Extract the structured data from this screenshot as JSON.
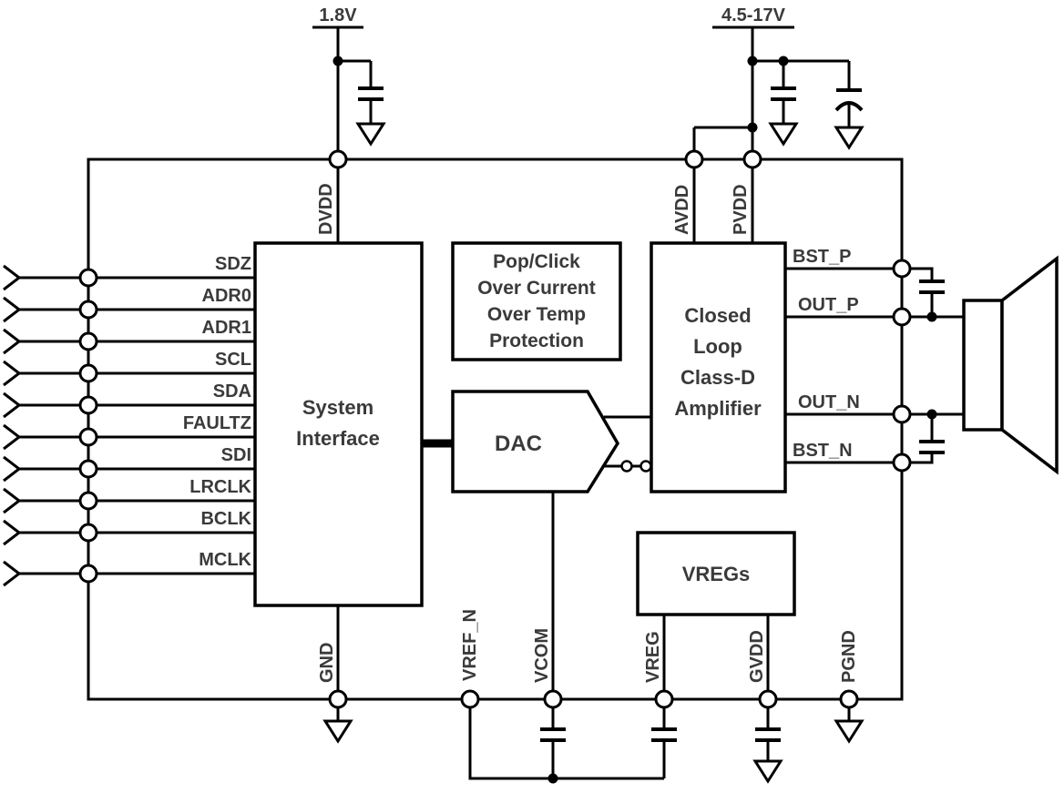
{
  "supplies": {
    "dvdd_rail": "1.8V",
    "pvdd_rail": "4.5-17V"
  },
  "pins": {
    "top": [
      "DVDD",
      "AVDD",
      "PVDD"
    ],
    "left": [
      "SDZ",
      "ADR0",
      "ADR1",
      "SCL",
      "SDA",
      "FAULTZ",
      "SDI",
      "LRCLK",
      "BCLK",
      "MCLK"
    ],
    "right": [
      "BST_P",
      "OUT_P",
      "OUT_N",
      "BST_N"
    ],
    "bottom": [
      "GND",
      "VREF_N",
      "VCOM",
      "VREG",
      "GVDD",
      "PGND"
    ]
  },
  "blocks": {
    "system_interface": [
      "System",
      "Interface"
    ],
    "protection": [
      "Pop/Click",
      "Over Current",
      "Over Temp",
      "Protection"
    ],
    "dac": "DAC",
    "class_d": [
      "Closed",
      "Loop",
      "Class-D",
      "Amplifier"
    ],
    "vregs": "VREGs"
  },
  "colors": {
    "line": "#000000",
    "text": "#3a3a3a",
    "background": "#ffffff"
  }
}
